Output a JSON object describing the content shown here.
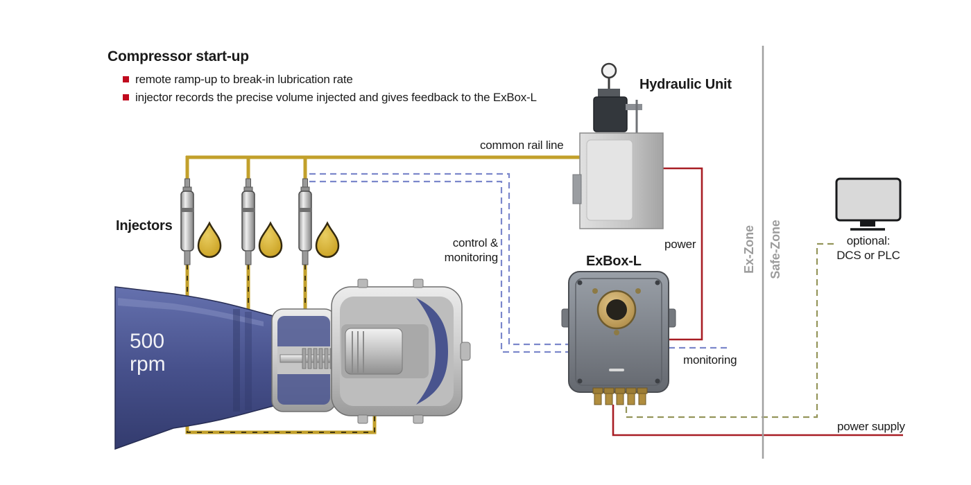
{
  "header": {
    "title": "Compressor start-up",
    "bullets": [
      {
        "text": "remote ramp-up to break-in lubrication rate"
      },
      {
        "text": "injector records the precise volume injected and gives feedback to the ExBox-L"
      }
    ]
  },
  "compressor": {
    "rpm_value": "500",
    "rpm_unit": "rpm"
  },
  "labels": {
    "injectors": "Injectors",
    "common_rail": "common rail line",
    "control_line1": "control &",
    "control_line2": "monitoring",
    "hydraulic_unit": "Hydraulic Unit",
    "exbox": "ExBox-L",
    "power": "power",
    "monitoring": "monitoring",
    "power_supply": "power supply",
    "optional_line1": "optional:",
    "optional_line2": "DCS or PLC"
  },
  "zones": {
    "ex": "Ex-Zone",
    "safe": "Safe-Zone"
  },
  "colors": {
    "rail_gold": "#c2a02b",
    "power_red": "#a81d24",
    "control_blue": "#7b87cb",
    "optional_olive": "#94955a",
    "bullet_red": "#c00a1e",
    "zone_gray": "#9c9c9c",
    "compressor_blue": "#49548e"
  }
}
